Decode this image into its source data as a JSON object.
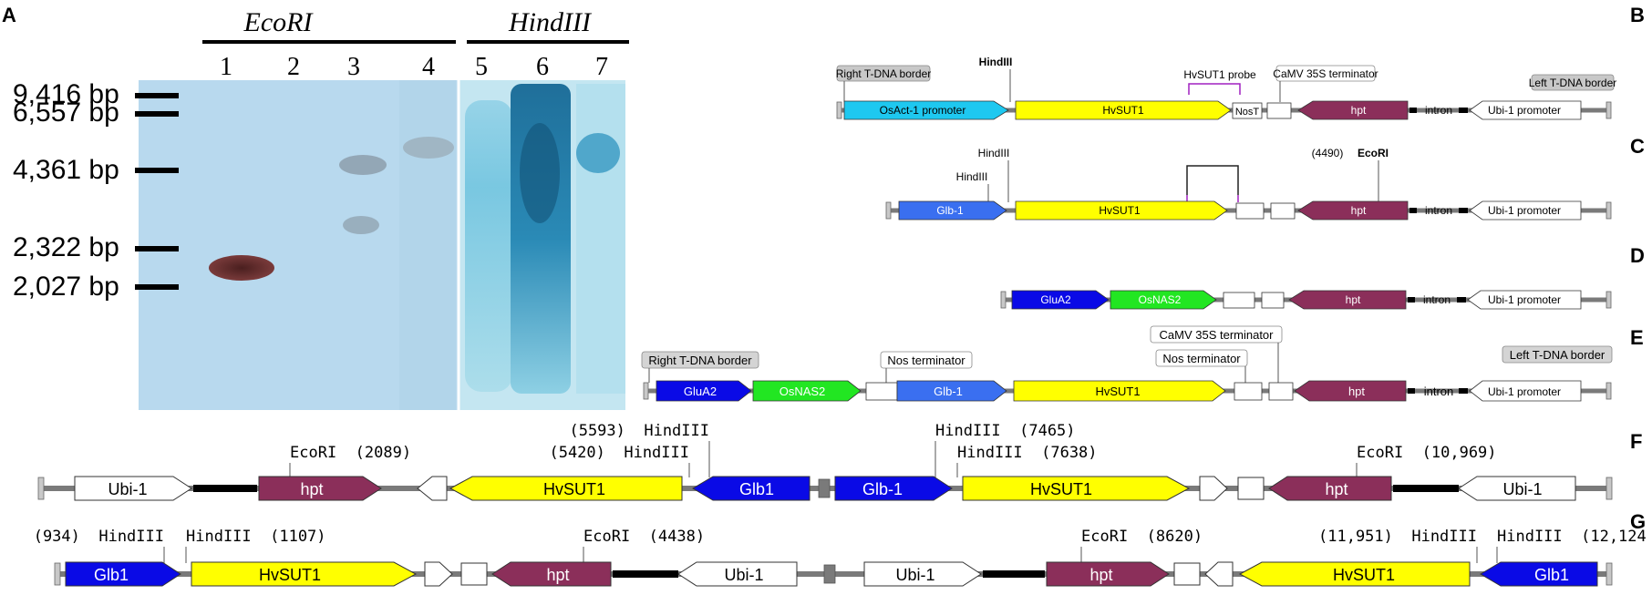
{
  "panel_letters": [
    "A",
    "B",
    "C",
    "D",
    "E",
    "F",
    "G"
  ],
  "gel": {
    "enzyme_ecori": "EcoRI",
    "enzyme_hindiii": "HindIII",
    "lanes": [
      "1",
      "2",
      "3",
      "4",
      "5",
      "6",
      "7"
    ],
    "markers": [
      "9,416 bp",
      "6,557 bp",
      "4,361 bp",
      "2,322 bp",
      "2,027 bp"
    ],
    "colors": {
      "background": "#b8d9ee",
      "band": "#5a2a2a",
      "smear": "#1f6f9a"
    }
  },
  "construct_B": {
    "labels": {
      "right_border": "Right T-DNA border",
      "hind": "HindIII",
      "probe": "HvSUT1 probe",
      "camv": "CaMV 35S terminator",
      "left_border": "Left T-DNA border"
    },
    "elements": {
      "promoter": "OsAct-1 promoter",
      "gene": "HvSUT1",
      "term": "NosT",
      "marker": "hpt",
      "intron": "intron",
      "ubi": "Ubi-1 promoter"
    }
  },
  "construct_C": {
    "labels": {
      "hind_top": "HindIII",
      "hind_low": "HindIII",
      "pos": "(4490)",
      "ecori": "EcoRI"
    },
    "elements": {
      "promoter": "Glb-1",
      "gene": "HvSUT1",
      "marker": "hpt",
      "intron": "intron",
      "ubi": "Ubi-1 promoter"
    }
  },
  "construct_D": {
    "elements": {
      "promoter": "GluA2",
      "gene": "OsNAS2",
      "marker": "hpt",
      "intron": "intron",
      "ubi": "Ubi-1 promoter"
    }
  },
  "construct_E": {
    "labels": {
      "right_border": "Right T-DNA border",
      "nos1": "Nos terminator",
      "camv": "CaMV 35S terminator",
      "nos2": "Nos terminator",
      "left_border": "Left T-DNA border"
    },
    "elements": {
      "glua2": "GluA2",
      "osnas2": "OsNAS2",
      "glb": "Glb-1",
      "gene": "HvSUT1",
      "marker": "hpt",
      "intron": "intron",
      "ubi": "Ubi-1 promoter"
    }
  },
  "construct_F": {
    "labels": {
      "ecori1": "EcoRI  (2089)",
      "p5593": "(5593)  HindIII",
      "p5420": "(5420)  HindIII",
      "p7465": "HindIII  (7465)",
      "p7638": "HindIII  (7638)",
      "ecori2": "EcoRI  (10,969)"
    },
    "elements": {
      "ubi1": "Ubi-1",
      "hpt1": "hpt",
      "sut1": "HvSUT1",
      "glb1": "Glb1",
      "glb2": "Glb-1",
      "sut2": "HvSUT1",
      "hpt2": "hpt",
      "ubi2": "Ubi-1"
    }
  },
  "construct_G": {
    "labels": {
      "p934": "(934)  HindIII",
      "p1107": "HindIII  (1107)",
      "p4438": "EcoRI  (4438)",
      "p8620": "EcoRI  (8620)",
      "p11951": "(11,951)  HindIII",
      "p12124": "HindIII  (12,124"
    },
    "elements": {
      "glb1": "Glb1",
      "sut1": "HvSUT1",
      "hpt1": "hpt",
      "ubi1": "Ubi-1",
      "ubi2": "Ubi-1",
      "hpt2": "hpt",
      "sut2": "HvSUT1",
      "glb2": "Glb1"
    }
  },
  "colors": {
    "promoter_cyan": "#1ec8f0",
    "glb_blue": "#3a6ff0",
    "deep_blue": "#0a0ae6",
    "gene_yellow": "#ffff00",
    "nas_green": "#22e622",
    "hpt_maroon": "#8b2f5a",
    "border_grey": "#c8c8c8",
    "backbone": "#7a7a7a"
  }
}
